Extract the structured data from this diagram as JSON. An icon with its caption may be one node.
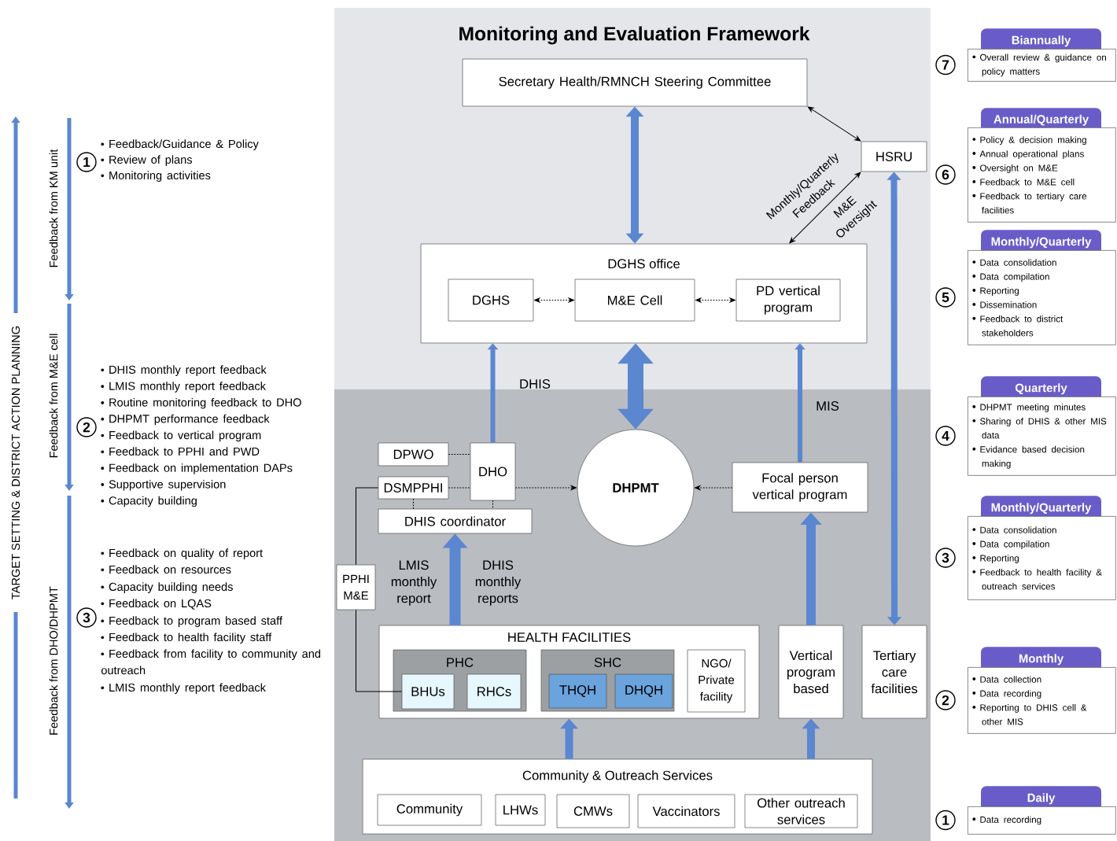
{
  "diagram": {
    "title": "Monitoring and Evaluation Framework",
    "nodes": [
      {
        "text": [
          "Secretary Health/RMNCH Steering Committee"
        ]
      },
      {
        "text": [
          "HSRU"
        ]
      },
      {
        "text": [
          "DGHS office"
        ]
      },
      {
        "text": [
          "DGHS"
        ],
        "in": 2
      },
      {
        "text": [
          "M&E Cell"
        ],
        "in": 2
      },
      {
        "text": [
          "PD vertical program"
        ],
        "in": 2
      },
      {
        "text": [
          "DPWO"
        ]
      },
      {
        "text": [
          "DSMPPHI"
        ]
      },
      {
        "text": [
          "DHO"
        ]
      },
      {
        "text": [
          "DHIS coordinator"
        ]
      },
      {
        "text": [
          "DHPMT"
        ]
      },
      {
        "text": [
          "Focal person vertical program"
        ]
      },
      {
        "text": [
          "PPHI M&E"
        ]
      },
      {
        "text": [
          "HEALTH FACILITIES"
        ]
      },
      {
        "text": [
          "PHC"
        ],
        "in": 13
      },
      {
        "text": [
          "BHUs"
        ],
        "in": 14
      },
      {
        "text": [
          "RHCs"
        ],
        "in": 14
      },
      {
        "text": [
          "SHC"
        ],
        "in": 13
      },
      {
        "text": [
          "THQH"
        ],
        "in": 17
      },
      {
        "text": [
          "DHQH"
        ],
        "in": 17
      },
      {
        "text": [
          "NGO/ Private facility"
        ],
        "in": 13
      },
      {
        "text": [
          "Vertical program based"
        ]
      },
      {
        "text": [
          "Tertiary care facilities"
        ]
      },
      {
        "text": [
          "Community & Outreach Services"
        ]
      },
      {
        "text": [
          "Community"
        ],
        "in": 23
      },
      {
        "text": [
          "LHWs"
        ],
        "in": 23
      },
      {
        "text": [
          "CMWs"
        ],
        "in": 23
      },
      {
        "text": [
          "Vaccinators"
        ],
        "in": 23
      },
      {
        "text": [
          "Other outreach services"
        ],
        "in": 23
      },
      {
        "text": [
          "Biannually",
          "Overall review & guidance on policy matters"
        ],
        "beside": [
          "7"
        ]
      },
      {
        "text": [
          "Annual/Quarterly",
          "Policy & decision making",
          "Annual operational plans",
          "Oversight on M&E",
          "Feedback to M&E cell",
          "Feedback to tertiary care facilities"
        ],
        "beside": [
          "6"
        ]
      },
      {
        "text": [
          "Monthly/Quarterly",
          "Data consolidation",
          "Data compilation",
          "Reporting",
          "Dissemination",
          "Feedback to district stakeholders"
        ],
        "beside": [
          "5"
        ]
      },
      {
        "text": [
          "Quarterly",
          "DHPMT meeting minutes",
          "Sharing of DHIS & other MIS data",
          "Evidance based decision making"
        ],
        "beside": [
          "4"
        ]
      },
      {
        "text": [
          "Monthly/Quarterly",
          "Data consolidation",
          "Data compilation",
          "Reporting",
          "Feedback to health facility & outreach services"
        ],
        "beside": [
          "3"
        ]
      },
      {
        "text": [
          "Monthly",
          "Data collection",
          "Data recording",
          "Reporting to DHIS cell & other MIS"
        ],
        "beside": [
          "2"
        ]
      },
      {
        "text": [
          "Daily",
          "Data recording"
        ],
        "beside": [
          "1"
        ]
      }
    ],
    "edges": [
      {
        "from": 0,
        "to": 1,
        "arrow": "both"
      },
      {
        "from": 1,
        "to": 2,
        "arrow": "both",
        "label": "Monthly/Quarterly Feedback"
      },
      {
        "from": 0,
        "to": 2,
        "arrow": "both",
        "style": "thick",
        "color": "#5b86d0"
      },
      {
        "from": 2,
        "to": 10,
        "arrow": "both",
        "style": "thick",
        "color": "#5b86d0"
      },
      {
        "from": 1,
        "to": 22,
        "arrow": "both",
        "style": "thick",
        "color": "#5b86d0"
      },
      {
        "from": 3,
        "to": 4,
        "arrow": "both",
        "style": "dashed"
      },
      {
        "from": 4,
        "to": 5,
        "arrow": "both",
        "style": "dashed"
      },
      {
        "from": 8,
        "to": 2,
        "arrow": "to",
        "label": "DHIS",
        "style": "thick",
        "color": "#5b86d0"
      },
      {
        "from": 11,
        "to": 2,
        "arrow": "to",
        "label": "MIS",
        "style": "thick",
        "color": "#5b86d0"
      },
      {
        "from": 6,
        "to": 8,
        "arrow": "none",
        "style": "dashed"
      },
      {
        "from": 7,
        "to": 8,
        "arrow": "none",
        "style": "dashed"
      },
      {
        "from": 7,
        "to": 9,
        "arrow": "none",
        "style": "dashed"
      },
      {
        "from": 8,
        "to": 9,
        "arrow": "none",
        "style": "dashed"
      },
      {
        "from": 8,
        "to": 10,
        "arrow": "to",
        "style": "dashed"
      },
      {
        "from": 11,
        "to": 10,
        "arrow": "to",
        "style": "dashed"
      },
      {
        "from": 13,
        "to": 9,
        "arrow": "to",
        "style": "thick",
        "color": "#5b86d0"
      },
      {
        "from": 23,
        "to": 13,
        "arrow": "to",
        "style": "thick",
        "color": "#5b86d0"
      },
      {
        "from": 23,
        "to": 21,
        "arrow": "to",
        "style": "thick",
        "color": "#5b86d0"
      },
      {
        "from": 21,
        "to": 11,
        "arrow": "to",
        "style": "thick",
        "color": "#5b86d0"
      },
      {
        "from": 7,
        "to": 12,
        "arrow": "none"
      },
      {
        "from": 12,
        "to": 15,
        "arrow": "none"
      }
    ],
    "labels": [
      "TARGET SETTING & DISTRICT ACTION PLANNING",
      "Feedback from KM unit",
      "Feedback from M&E cell",
      "Feedback from DHO/DHPMT",
      "1",
      "Feedback/Guidance & Policy",
      "Review of plans",
      "Monitoring activities",
      "2",
      "DHIS monthly report feedback",
      "LMIS monthly report feedback",
      "Routine monitoring feedback to DHO",
      "DHPMT performance feedback",
      "Feedback to vertical program",
      "Feedback to PPHI and PWD",
      "Feedback on implementation DAPs",
      "Supportive supervision",
      "Capacity building",
      "3",
      "Feedback on quality of report",
      "Feedback on resources",
      "Capacity building needs",
      "Feedback on LQAS",
      "Feedback to program based staff",
      "Feedback to health facility staff",
      "Feedback from facility to community and outreach",
      "LMIS monthly report feedback",
      "LMIS monthly report",
      "DHIS monthly reports",
      "M&E Oversight"
    ]
  }
}
